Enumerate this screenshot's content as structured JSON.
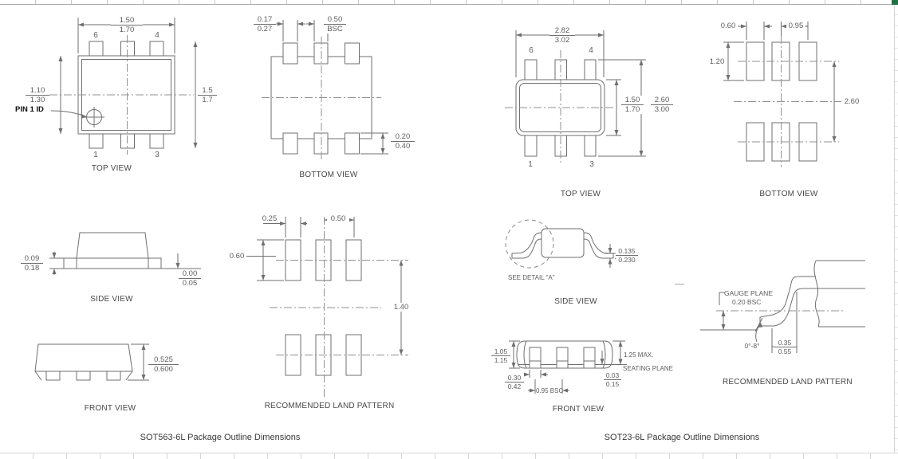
{
  "colors": {
    "line": "#6f6f6f",
    "centerline": "#929292",
    "dim_text": "#5d5d5d",
    "grid": "#d6d6d6",
    "selection_green": "#217346"
  },
  "sot563": {
    "title": "SOT563-6L Package Outline Dimensions",
    "top_view": {
      "label": "TOP VIEW",
      "width_min": "1.50",
      "width_max": "1.70",
      "body_h_min": "1.10",
      "body_h_max": "1.30",
      "overall_min": "1.5",
      "overall_max": "1.7",
      "pin1_id": "PIN 1 ID",
      "pin_top_left": "6",
      "pin_top_right": "4",
      "pin_bot_left": "1",
      "pin_bot_right": "3"
    },
    "bottom_view": {
      "label": "BOTTOM VIEW",
      "pad_w_min": "0.17",
      "pad_w_max": "0.27",
      "pitch": "0.50",
      "pitch_note": "BSC",
      "pad_l_min": "0.20",
      "pad_l_max": "0.40"
    },
    "side_view": {
      "label": "SIDE VIEW",
      "lead_t_min": "0.09",
      "lead_t_max": "0.18",
      "standoff_min": "0.00",
      "standoff_max": "0.05"
    },
    "front_view": {
      "label": "FRONT VIEW",
      "height_min": "0.525",
      "height_max": "0.600"
    },
    "land_pattern": {
      "label": "RECOMMENDED LAND PATTERN",
      "pad_w": "0.25",
      "pitch": "0.50",
      "pad_h": "0.60",
      "row_span": "1.40"
    }
  },
  "sot23": {
    "title": "SOT23-6L Package Outline Dimensions",
    "top_view": {
      "label": "TOP VIEW",
      "width_min": "2.82",
      "width_max": "3.02",
      "body_min": "1.50",
      "body_max": "1.70",
      "overall_min": "2.60",
      "overall_max": "3.00",
      "pin_top_left": "6",
      "pin_top_right": "4",
      "pin_bot_left": "1",
      "pin_bot_right": "3"
    },
    "bottom_view": {
      "label": "BOTTOM VIEW",
      "pad_w": "0.60",
      "pitch": "0.95",
      "pad_h": "1.20",
      "row_span": "2.60"
    },
    "side_view": {
      "label": "SIDE VIEW",
      "lead_t_min": "0.135",
      "lead_t_max": "0.230",
      "see_detail": "SEE DETAIL \"A\""
    },
    "front_view": {
      "label": "FRONT VIEW",
      "height_min": "1.05",
      "height_max": "1.15",
      "max_height": "1.25 MAX.",
      "seating_plane": "SEATING PLANE",
      "lead_w_min": "0.30",
      "lead_w_max": "0.42",
      "pitch": "0.95 BSC",
      "standoff_min": "0.03",
      "standoff_max": "0.15"
    },
    "detail_a": {
      "label": "RECOMMENDED LAND PATTERN",
      "gauge_plane": "GAUGE PLANE",
      "gauge_offset": "0.20 BSC",
      "lead_angle": "0°-8°",
      "foot_min": "0.35",
      "foot_max": "0.55"
    }
  }
}
